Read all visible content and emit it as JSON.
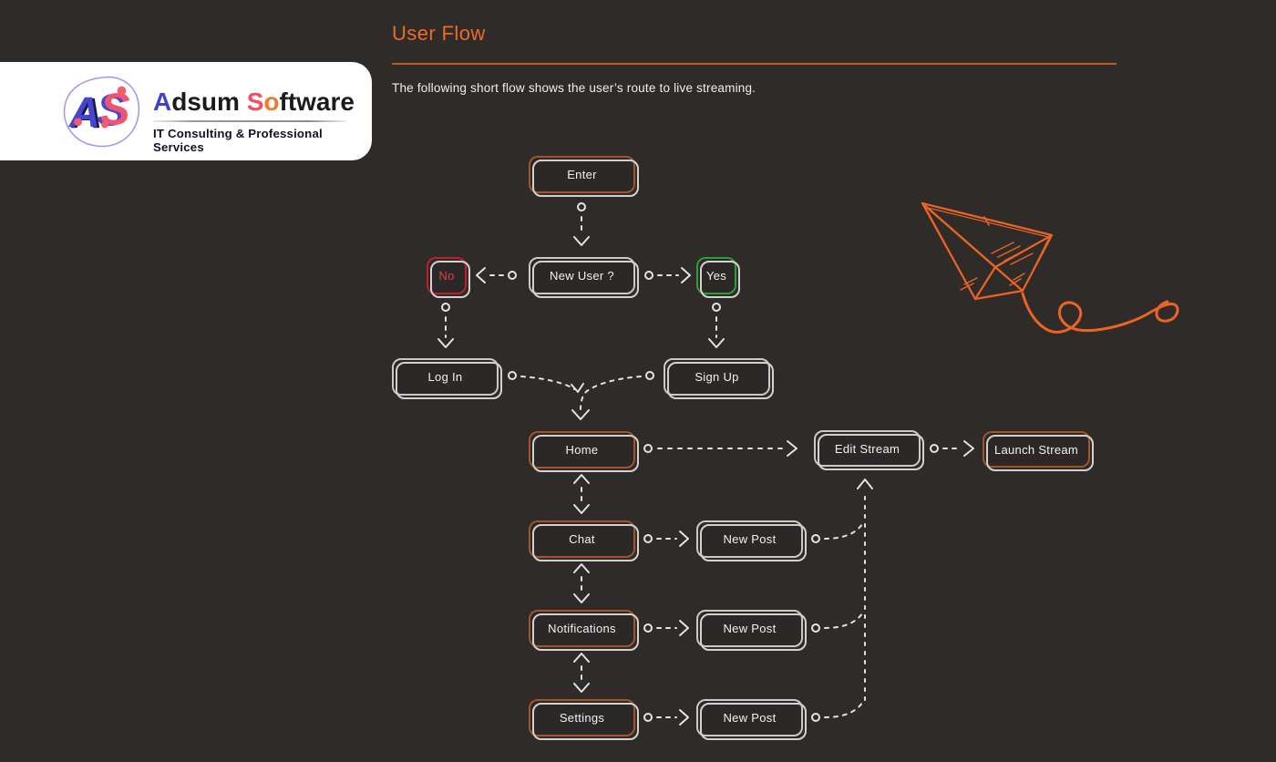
{
  "colors": {
    "background": "#2e2b29",
    "accent_orange": "#ed6a2b",
    "title_rule_orange": "#c4581f",
    "node_border_orange": "#a35429",
    "node_border_grey": "#c9c9c9",
    "node_border_red": "#bb202b",
    "node_border_green": "#2f9e38",
    "node_fill": "#2b2827",
    "arrow_grey": "#e4e4e4",
    "no_text_red": "#e8383f",
    "plane_orange": "#eb6426",
    "logo_blue": "#4141cc",
    "logo_pink": "#ee4e66",
    "logo_orange": "#f07a28"
  },
  "header": {
    "title": "User Flow",
    "subtitle": "The following short flow shows the user’s route to live streaming."
  },
  "logo": {
    "monogram": {
      "a": "A",
      "s": "S"
    },
    "name": {
      "a": "A",
      "dsum": "dsum ",
      "s": "S",
      "o": "o",
      "ftware": "ftware"
    },
    "tagline": "IT Consulting & Professional Services"
  },
  "decor": {
    "paper_plane_icon": "paper-plane-sketch"
  },
  "flow": {
    "nodes": {
      "enter": {
        "label": "Enter"
      },
      "new_user": {
        "label": "New User ?"
      },
      "no": {
        "label": "No"
      },
      "yes": {
        "label": "Yes"
      },
      "log_in": {
        "label": "Log In"
      },
      "sign_up": {
        "label": "Sign Up"
      },
      "home": {
        "label": "Home"
      },
      "edit_stream": {
        "label": "Edit Stream"
      },
      "launch_stream": {
        "label": "Launch Stream"
      },
      "chat": {
        "label": "Chat"
      },
      "new_post_chat": {
        "label": "New Post"
      },
      "notifications": {
        "label": "Notifications"
      },
      "new_post_notifications": {
        "label": "New Post"
      },
      "settings": {
        "label": "Settings"
      },
      "new_post_settings": {
        "label": "New Post"
      }
    }
  }
}
